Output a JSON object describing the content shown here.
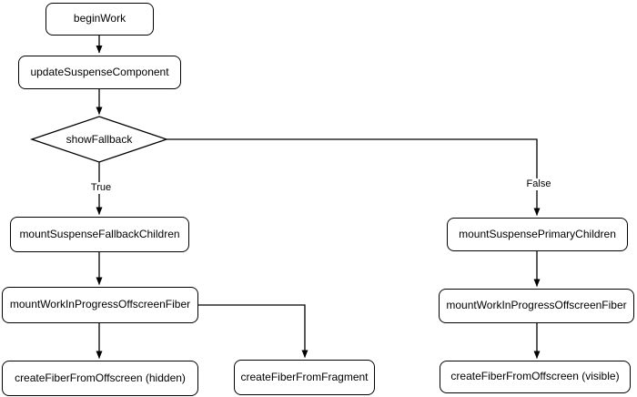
{
  "diagram": {
    "type": "flowchart",
    "colors": {
      "background": "#ffffff",
      "node_fill": "#ffffff",
      "stroke": "#000000",
      "text": "#000000"
    },
    "nodes": [
      {
        "id": "beginWork",
        "label": "beginWork",
        "shape": "rounded-rect"
      },
      {
        "id": "updateSuspenseComponent",
        "label": "updateSuspenseComponent",
        "shape": "rounded-rect"
      },
      {
        "id": "showFallback",
        "label": "showFallback",
        "shape": "diamond"
      },
      {
        "id": "mountSuspenseFallbackChildren",
        "label": "mountSuspenseFallbackChildren",
        "shape": "rounded-rect"
      },
      {
        "id": "mountWorkInProgressOffscreenFiber-left",
        "label": "mountWorkInProgressOffscreenFiber",
        "shape": "rounded-rect"
      },
      {
        "id": "createFiberFromOffscreen-hidden",
        "label": "createFiberFromOffscreen (hidden)",
        "shape": "rounded-rect"
      },
      {
        "id": "createFiberFromFragment",
        "label": "createFiberFromFragment",
        "shape": "rounded-rect"
      },
      {
        "id": "mountSuspensePrimaryChildren",
        "label": "mountSuspensePrimaryChildren",
        "shape": "rounded-rect"
      },
      {
        "id": "mountWorkInProgressOffscreenFiber-right",
        "label": "mountWorkInProgressOffscreenFiber",
        "shape": "rounded-rect"
      },
      {
        "id": "createFiberFromOffscreen-visible",
        "label": "createFiberFromOffscreen (visible)",
        "shape": "rounded-rect"
      }
    ],
    "edges": [
      {
        "from": "beginWork",
        "to": "updateSuspenseComponent",
        "label": ""
      },
      {
        "from": "updateSuspenseComponent",
        "to": "showFallback",
        "label": ""
      },
      {
        "from": "showFallback",
        "to": "mountSuspenseFallbackChildren",
        "label": "True"
      },
      {
        "from": "showFallback",
        "to": "mountSuspensePrimaryChildren",
        "label": "False"
      },
      {
        "from": "mountSuspenseFallbackChildren",
        "to": "mountWorkInProgressOffscreenFiber-left",
        "label": ""
      },
      {
        "from": "mountWorkInProgressOffscreenFiber-left",
        "to": "createFiberFromOffscreen-hidden",
        "label": ""
      },
      {
        "from": "mountWorkInProgressOffscreenFiber-left",
        "to": "createFiberFromFragment",
        "label": ""
      },
      {
        "from": "mountSuspensePrimaryChildren",
        "to": "mountWorkInProgressOffscreenFiber-right",
        "label": ""
      },
      {
        "from": "mountWorkInProgressOffscreenFiber-right",
        "to": "createFiberFromOffscreen-visible",
        "label": ""
      }
    ]
  }
}
